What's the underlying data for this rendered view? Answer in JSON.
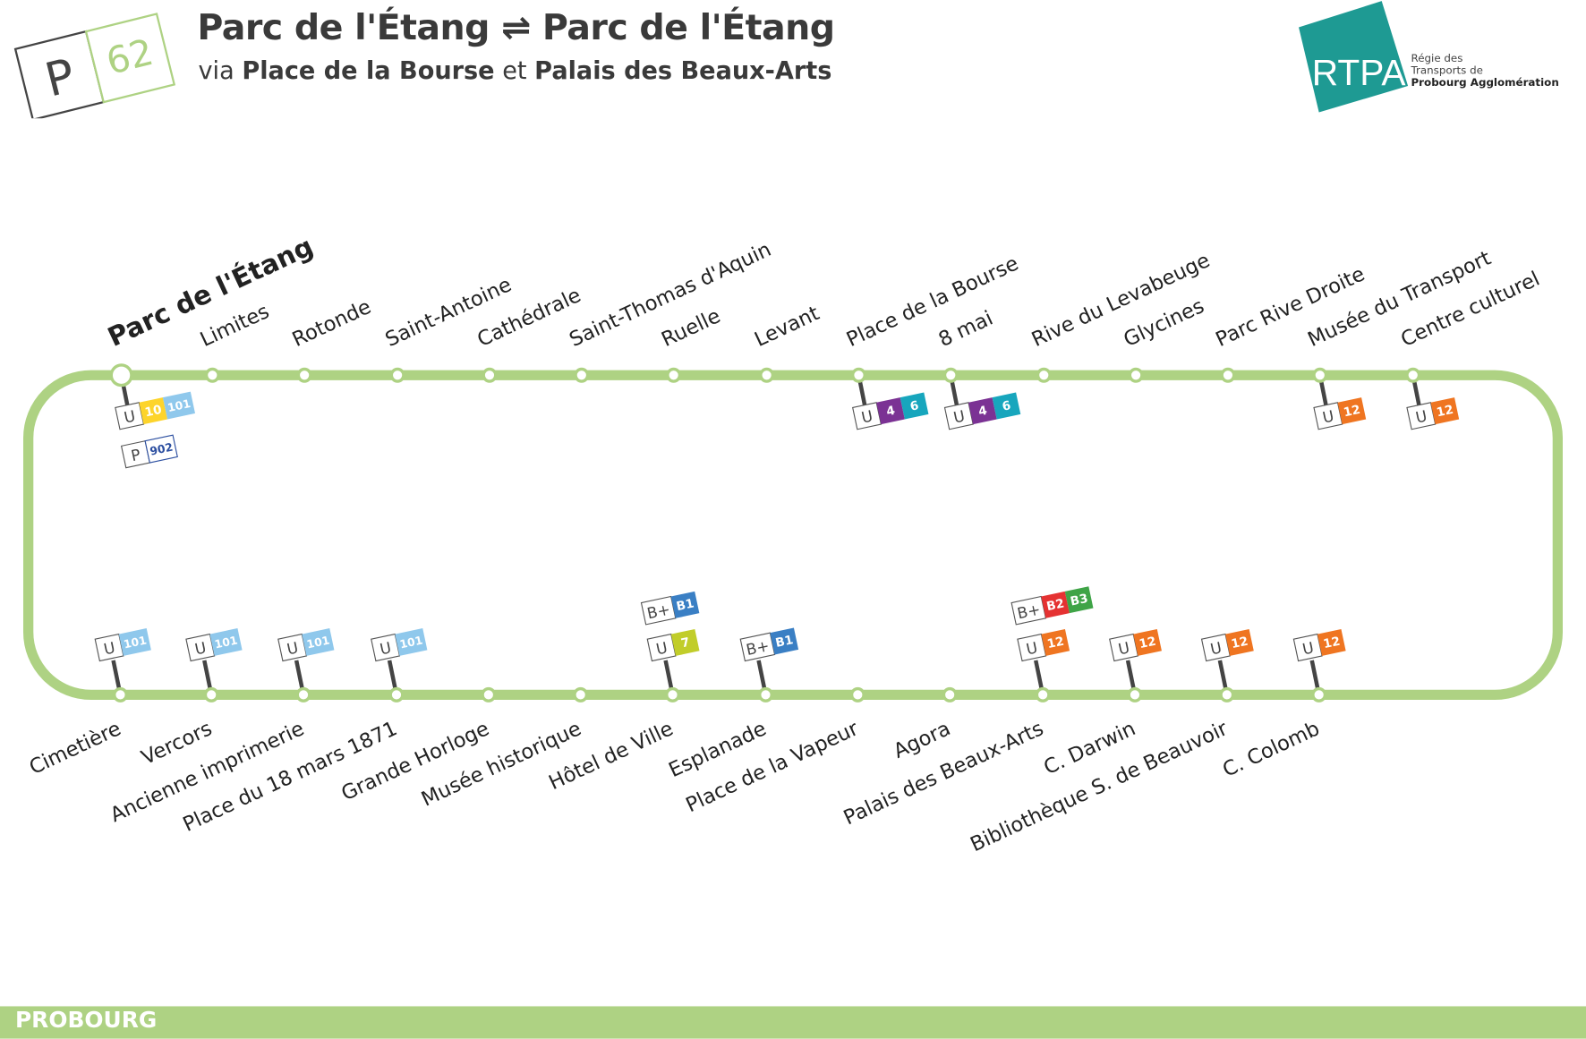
{
  "header": {
    "mode": "P",
    "line_number": "62",
    "from": "Parc de l'Étang",
    "arrow": "⇌",
    "to": "Parc de l'Étang",
    "via_word": "via",
    "via_1": "Place de la Bourse",
    "and_word": "et",
    "via_2": "Palais des Beaux-Arts"
  },
  "logo": {
    "brand": "RTPA",
    "line1": "Régie des",
    "line2": "Transports de",
    "line3": "Probourg Agglomération",
    "color": "#1e9a93"
  },
  "line_color": "#aed283",
  "top_stations": [
    {
      "name": "Parc de l'Étang",
      "terminus": true,
      "signs": [
        {
          "mode": "U",
          "lines": [
            {
              "n": "10",
              "c": "#fdd42b"
            },
            {
              "n": "101",
              "c": "#8fc8ec"
            }
          ]
        },
        {
          "mode": "P",
          "lines": [
            {
              "n": "902",
              "c": "#ffffff",
              "t": "#2b4ea0"
            }
          ]
        }
      ]
    },
    {
      "name": "Limites"
    },
    {
      "name": "Rotonde"
    },
    {
      "name": "Saint-Antoine"
    },
    {
      "name": "Cathédrale"
    },
    {
      "name": "Saint-Thomas d'Aquin"
    },
    {
      "name": "Ruelle"
    },
    {
      "name": "Levant"
    },
    {
      "name": "Place de la Bourse",
      "signs": [
        {
          "mode": "U",
          "lines": [
            {
              "n": "4",
              "c": "#7b3294"
            },
            {
              "n": "6",
              "c": "#17a6bd"
            }
          ]
        }
      ]
    },
    {
      "name": "8 mai",
      "signs": [
        {
          "mode": "U",
          "lines": [
            {
              "n": "4",
              "c": "#7b3294"
            },
            {
              "n": "6",
              "c": "#17a6bd"
            }
          ]
        }
      ]
    },
    {
      "name": "Rive du Levabeuge"
    },
    {
      "name": "Glycines"
    },
    {
      "name": "Parc Rive Droite"
    },
    {
      "name": "Musée du Transport",
      "signs": [
        {
          "mode": "U",
          "lines": [
            {
              "n": "12",
              "c": "#ef7521"
            }
          ]
        }
      ]
    },
    {
      "name": "Centre culturel",
      "signs": [
        {
          "mode": "U",
          "lines": [
            {
              "n": "12",
              "c": "#ef7521"
            }
          ]
        }
      ]
    }
  ],
  "bottom_stations": [
    {
      "name": "Cimetière",
      "signs": [
        {
          "mode": "U",
          "lines": [
            {
              "n": "101",
              "c": "#8fc8ec"
            }
          ]
        }
      ]
    },
    {
      "name": "Vercors",
      "signs": [
        {
          "mode": "U",
          "lines": [
            {
              "n": "101",
              "c": "#8fc8ec"
            }
          ]
        }
      ]
    },
    {
      "name": "Ancienne imprimerie",
      "signs": [
        {
          "mode": "U",
          "lines": [
            {
              "n": "101",
              "c": "#8fc8ec"
            }
          ]
        }
      ]
    },
    {
      "name": "Place du 18 mars 1871",
      "signs": [
        {
          "mode": "U",
          "lines": [
            {
              "n": "101",
              "c": "#8fc8ec"
            }
          ]
        }
      ]
    },
    {
      "name": "Grande Horloge"
    },
    {
      "name": "Musée historique"
    },
    {
      "name": "Hôtel de Ville",
      "signs": [
        {
          "mode": "U",
          "lines": [
            {
              "n": "7",
              "c": "#c1cd2a"
            }
          ]
        },
        {
          "mode": "B+",
          "lines": [
            {
              "n": "B1",
              "c": "#3a7fc4"
            }
          ]
        }
      ]
    },
    {
      "name": "Esplanade",
      "signs": [
        {
          "mode": "B+",
          "lines": [
            {
              "n": "B1",
              "c": "#3a7fc4"
            }
          ]
        }
      ]
    },
    {
      "name": "Place de la Vapeur"
    },
    {
      "name": "Agora"
    },
    {
      "name": "Palais des Beaux-Arts",
      "signs": [
        {
          "mode": "U",
          "lines": [
            {
              "n": "12",
              "c": "#ef7521"
            }
          ]
        },
        {
          "mode": "B+",
          "lines": [
            {
              "n": "B2",
              "c": "#e53232"
            },
            {
              "n": "B3",
              "c": "#3fa447"
            }
          ]
        }
      ]
    },
    {
      "name": "C. Darwin",
      "signs": [
        {
          "mode": "U",
          "lines": [
            {
              "n": "12",
              "c": "#ef7521"
            }
          ]
        }
      ]
    },
    {
      "name": "Bibliothèque S. de Beauvoir",
      "signs": [
        {
          "mode": "U",
          "lines": [
            {
              "n": "12",
              "c": "#ef7521"
            }
          ]
        }
      ]
    },
    {
      "name": "C. Colomb",
      "signs": [
        {
          "mode": "U",
          "lines": [
            {
              "n": "12",
              "c": "#ef7521"
            }
          ]
        }
      ]
    }
  ],
  "footer": {
    "city": "PROBOURG"
  }
}
